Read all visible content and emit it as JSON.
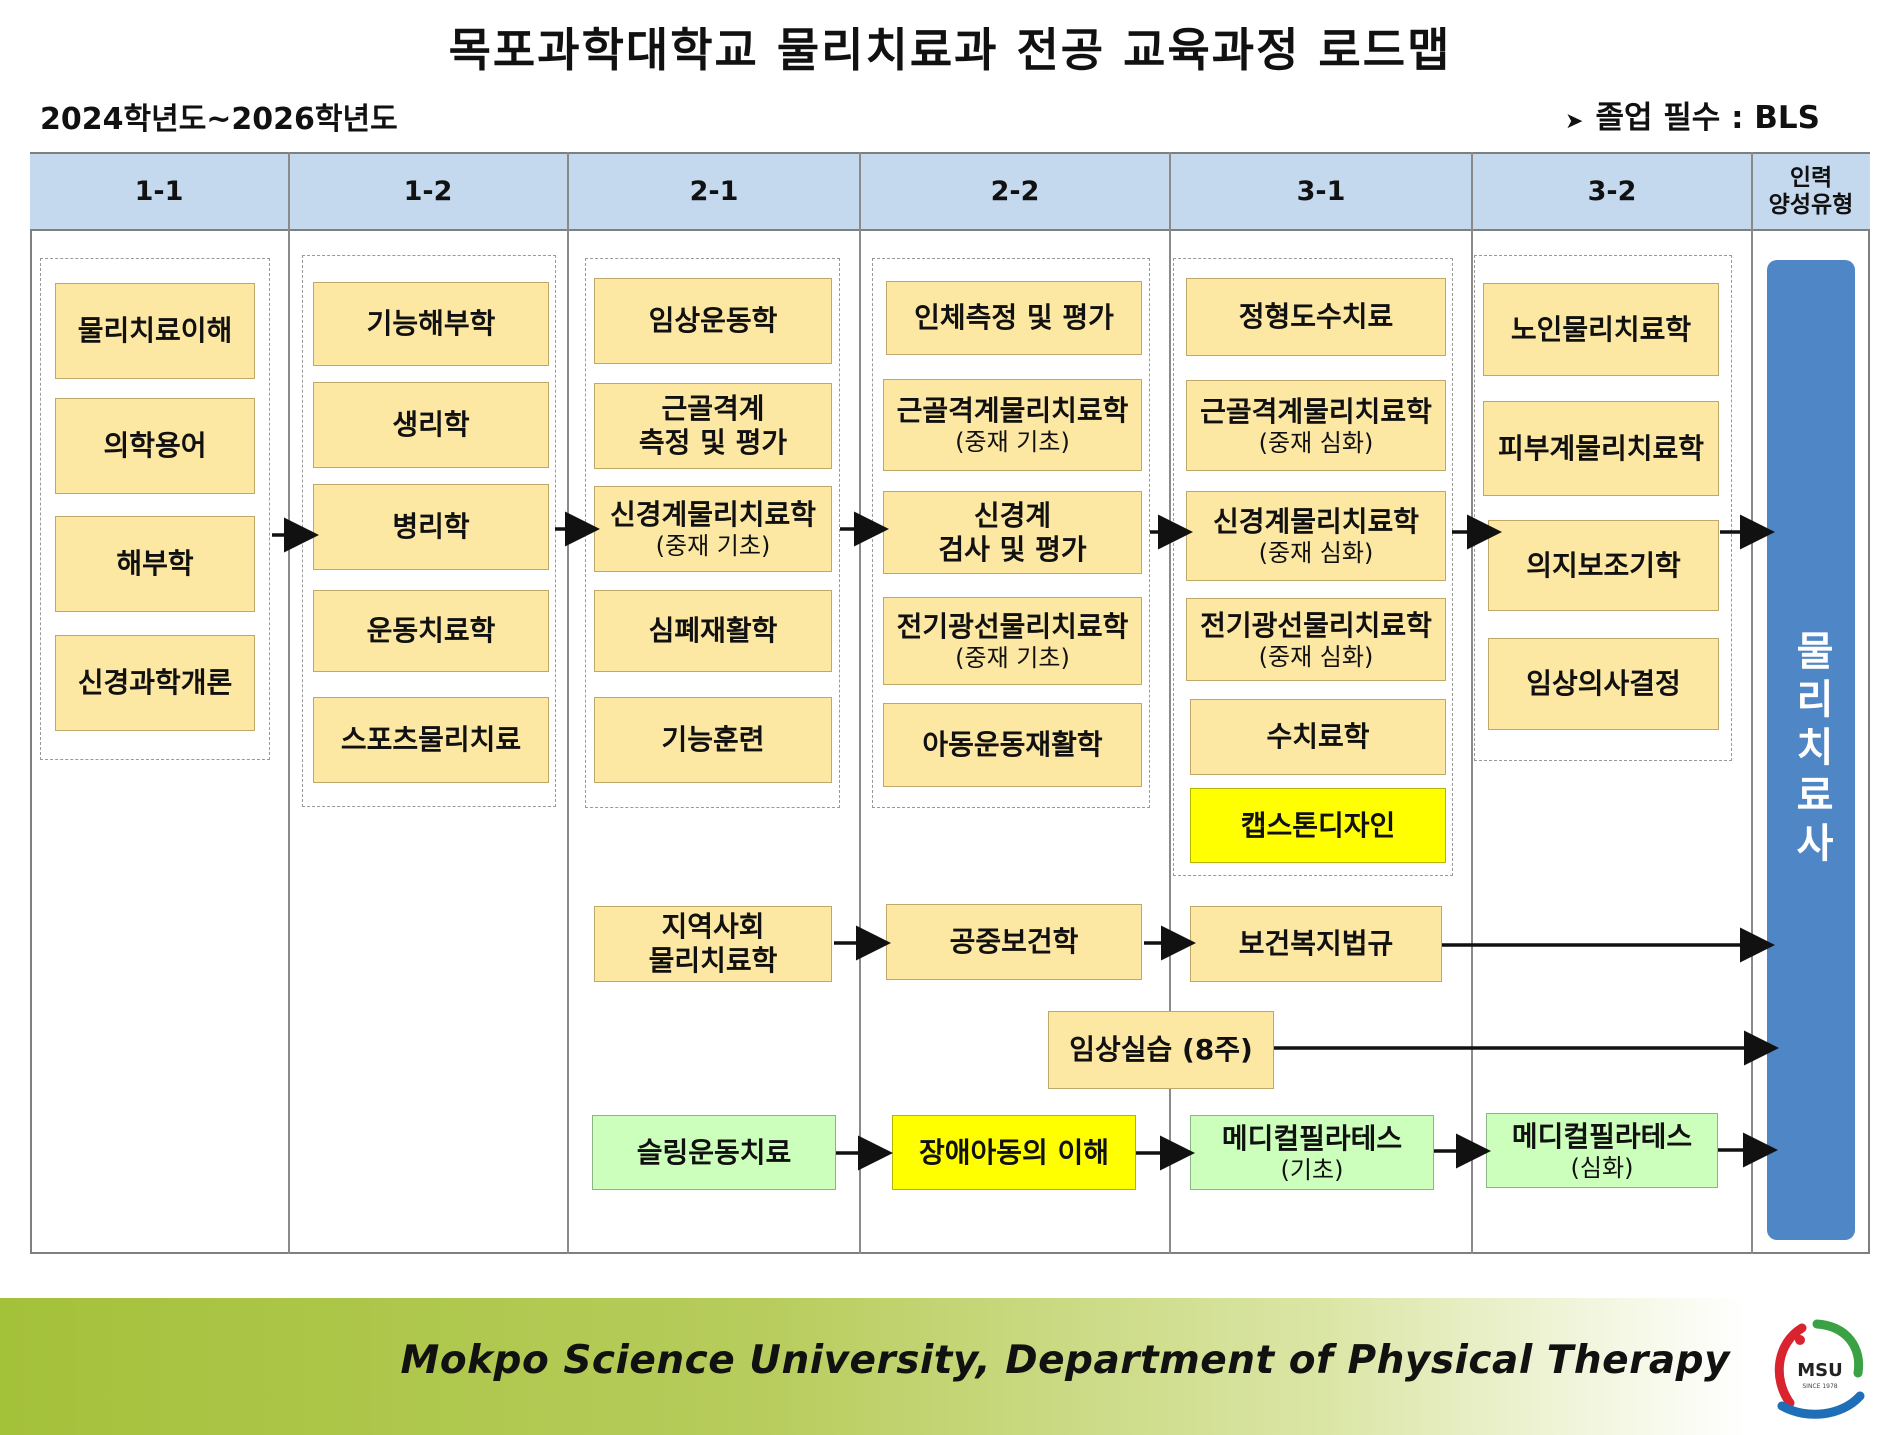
{
  "title": "목포과학대학교 물리치료과 전공 교육과정 로드맵",
  "years": "2024학년도~2026학년도",
  "graduation": "졸업 필수 : BLS",
  "headers": [
    "1-1",
    "1-2",
    "2-1",
    "2-2",
    "3-1",
    "3-2"
  ],
  "result_header_line1": "인력",
  "result_header_line2": "양성유형",
  "result": "물리치료사",
  "courses": {
    "s11": [
      "물리치료이해",
      "의학용어",
      "해부학",
      "신경과학개론"
    ],
    "s12": [
      "기능해부학",
      "생리학",
      "병리학",
      "운동치료학",
      "스포츠물리치료"
    ],
    "s21": {
      "c1": "임상운동학",
      "c2_line1": "근골격계",
      "c2_line2": "측정 및 평가",
      "c3": "신경계물리치료학",
      "c3_sub": "(중재 기초)",
      "c4": "심폐재활학",
      "c5": "기능훈련"
    },
    "s22": {
      "c1": "인체측정 및 평가",
      "c2": "근골격계물리치료학",
      "c2_sub": "(중재 기초)",
      "c3_line1": "신경계",
      "c3_line2": "검사 및 평가",
      "c4": "전기광선물리치료학",
      "c4_sub": "(중재 기초)",
      "c5": "아동운동재활학"
    },
    "s31": {
      "c1": "정형도수치료",
      "c2": "근골격계물리치료학",
      "c2_sub": "(중재 심화)",
      "c3": "신경계물리치료학",
      "c3_sub": "(중재 심화)",
      "c4": "전기광선물리치료학",
      "c4_sub": "(중재 심화)",
      "c5": "수치료학",
      "c6": "캡스톤디자인"
    },
    "s32": [
      "노인물리치료학",
      "피부계물리치료학",
      "의지보조기학",
      "임상의사결정"
    ]
  },
  "tracks": {
    "community_line1": "지역사회",
    "community_line2": "물리치료학",
    "public_health": "공중보건학",
    "health_law": "보건복지법규",
    "clinical_practice": "임상실습 (8주)",
    "sling": "슬링운동치료",
    "disabled_children": "장애아동의 이해",
    "medical_pilates_basic": "메디컬필라테스",
    "medical_pilates_basic_sub": "(기초)",
    "medical_pilates_adv": "메디컬필라테스",
    "medical_pilates_adv_sub": "(심화)"
  },
  "colors": {
    "header_bg": "#c5d9ee",
    "course_bg": "#fde8a3",
    "highlight_yellow": "#ffff00",
    "green": "#ccffbb",
    "result_bar": "#4f86c6"
  },
  "footer": "Mokpo Science University, Department of Physical Therapy",
  "logo_text": "MSU",
  "logo_since": "SINCE 1978"
}
